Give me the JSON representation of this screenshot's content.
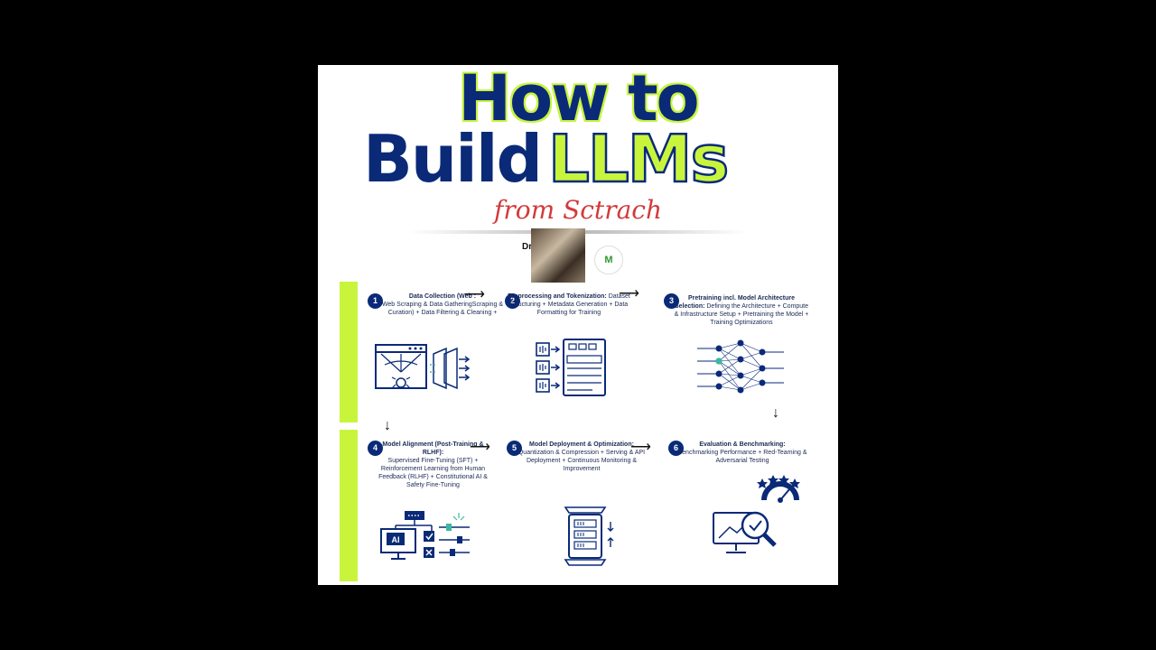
{
  "title": {
    "line1": "How to",
    "line2_a": "Build",
    "line2_b": "LLMs",
    "subtitle": "from Sctrach"
  },
  "author": {
    "prefix": "Dr",
    "logo_letter": "M"
  },
  "steps": [
    {
      "num": "1",
      "title": "Data Collection (Web :",
      "body": "Web Scraping & Data GatheringScraping & Curation) + Data Filtering & Cleaning +"
    },
    {
      "num": "2",
      "title": "Preprocessing and Tokenization:",
      "body": "Dataset Structuring + Metadata Generation + Data Formatting for Training"
    },
    {
      "num": "3",
      "title": "Pretraining incl. Model Architecture Selection:",
      "body": "Defining the Architecture + Compute & Infrastructure Setup + Pretraining the Model + Training Optimizations"
    },
    {
      "num": "4",
      "title": "Model Alignment (Post-Training & RLHF):",
      "body": "Supervised Fine-Tuning (SFT) + Reinforcement Learning from Human Feedback (RLHF) + Constitutional AI & Safety Fine-Tuning"
    },
    {
      "num": "5",
      "title": "Model Deployment & Optimization:",
      "body": "Quantization & Compression + Serving & API Deployment + Continuous Monitoring & Improvement"
    },
    {
      "num": "6",
      "title": "Evaluation & Benchmarking:",
      "body": "Benchmarking Performance + Red-Teaming & Adversarial Testing"
    }
  ],
  "icons": {
    "ai_label": "AI"
  },
  "colors": {
    "navy": "#0a2a78",
    "lime": "#c8f53c",
    "red": "#d23a3a"
  }
}
